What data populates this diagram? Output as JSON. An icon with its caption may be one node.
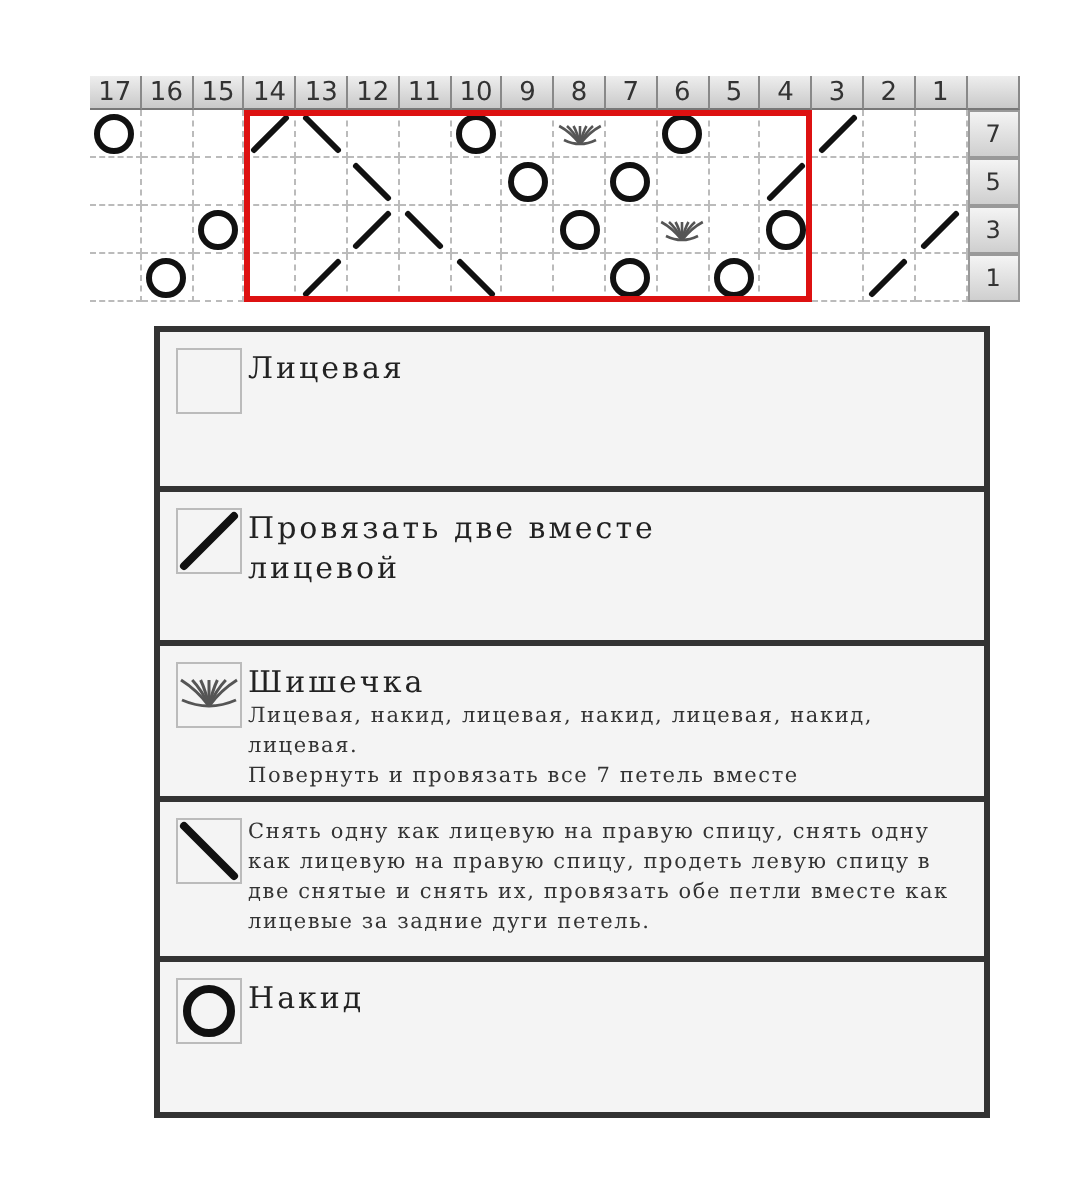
{
  "diagram": {
    "nodes": [
      {
        "text": [
          "Лицевая"
        ]
      },
      {
        "text": [
          "Провязать две вместе лицевой"
        ]
      },
      {
        "text": [
          "Шишечка",
          "Лицевая, накид, лицевая, накид, лицевая, накид, лицевая.",
          "Повернуть и провязать все 7 петель вместе"
        ]
      },
      {
        "text": [
          "Снять одну как лицевую на правую спицу, снять одну как лицевую на правую спицу, продеть левую спицу в две снятые и снять их, провязать обе петли вместе как лицевые за задние дуги петель."
        ]
      },
      {
        "text": [
          "Накид"
        ]
      }
    ],
    "labels": [
      "17",
      "16",
      "15",
      "14",
      "13",
      "12",
      "11",
      "10",
      "9",
      "8",
      "7",
      "6",
      "5",
      "4",
      "3",
      "2",
      "1",
      "7",
      "5",
      "3",
      "1"
    ]
  }
}
